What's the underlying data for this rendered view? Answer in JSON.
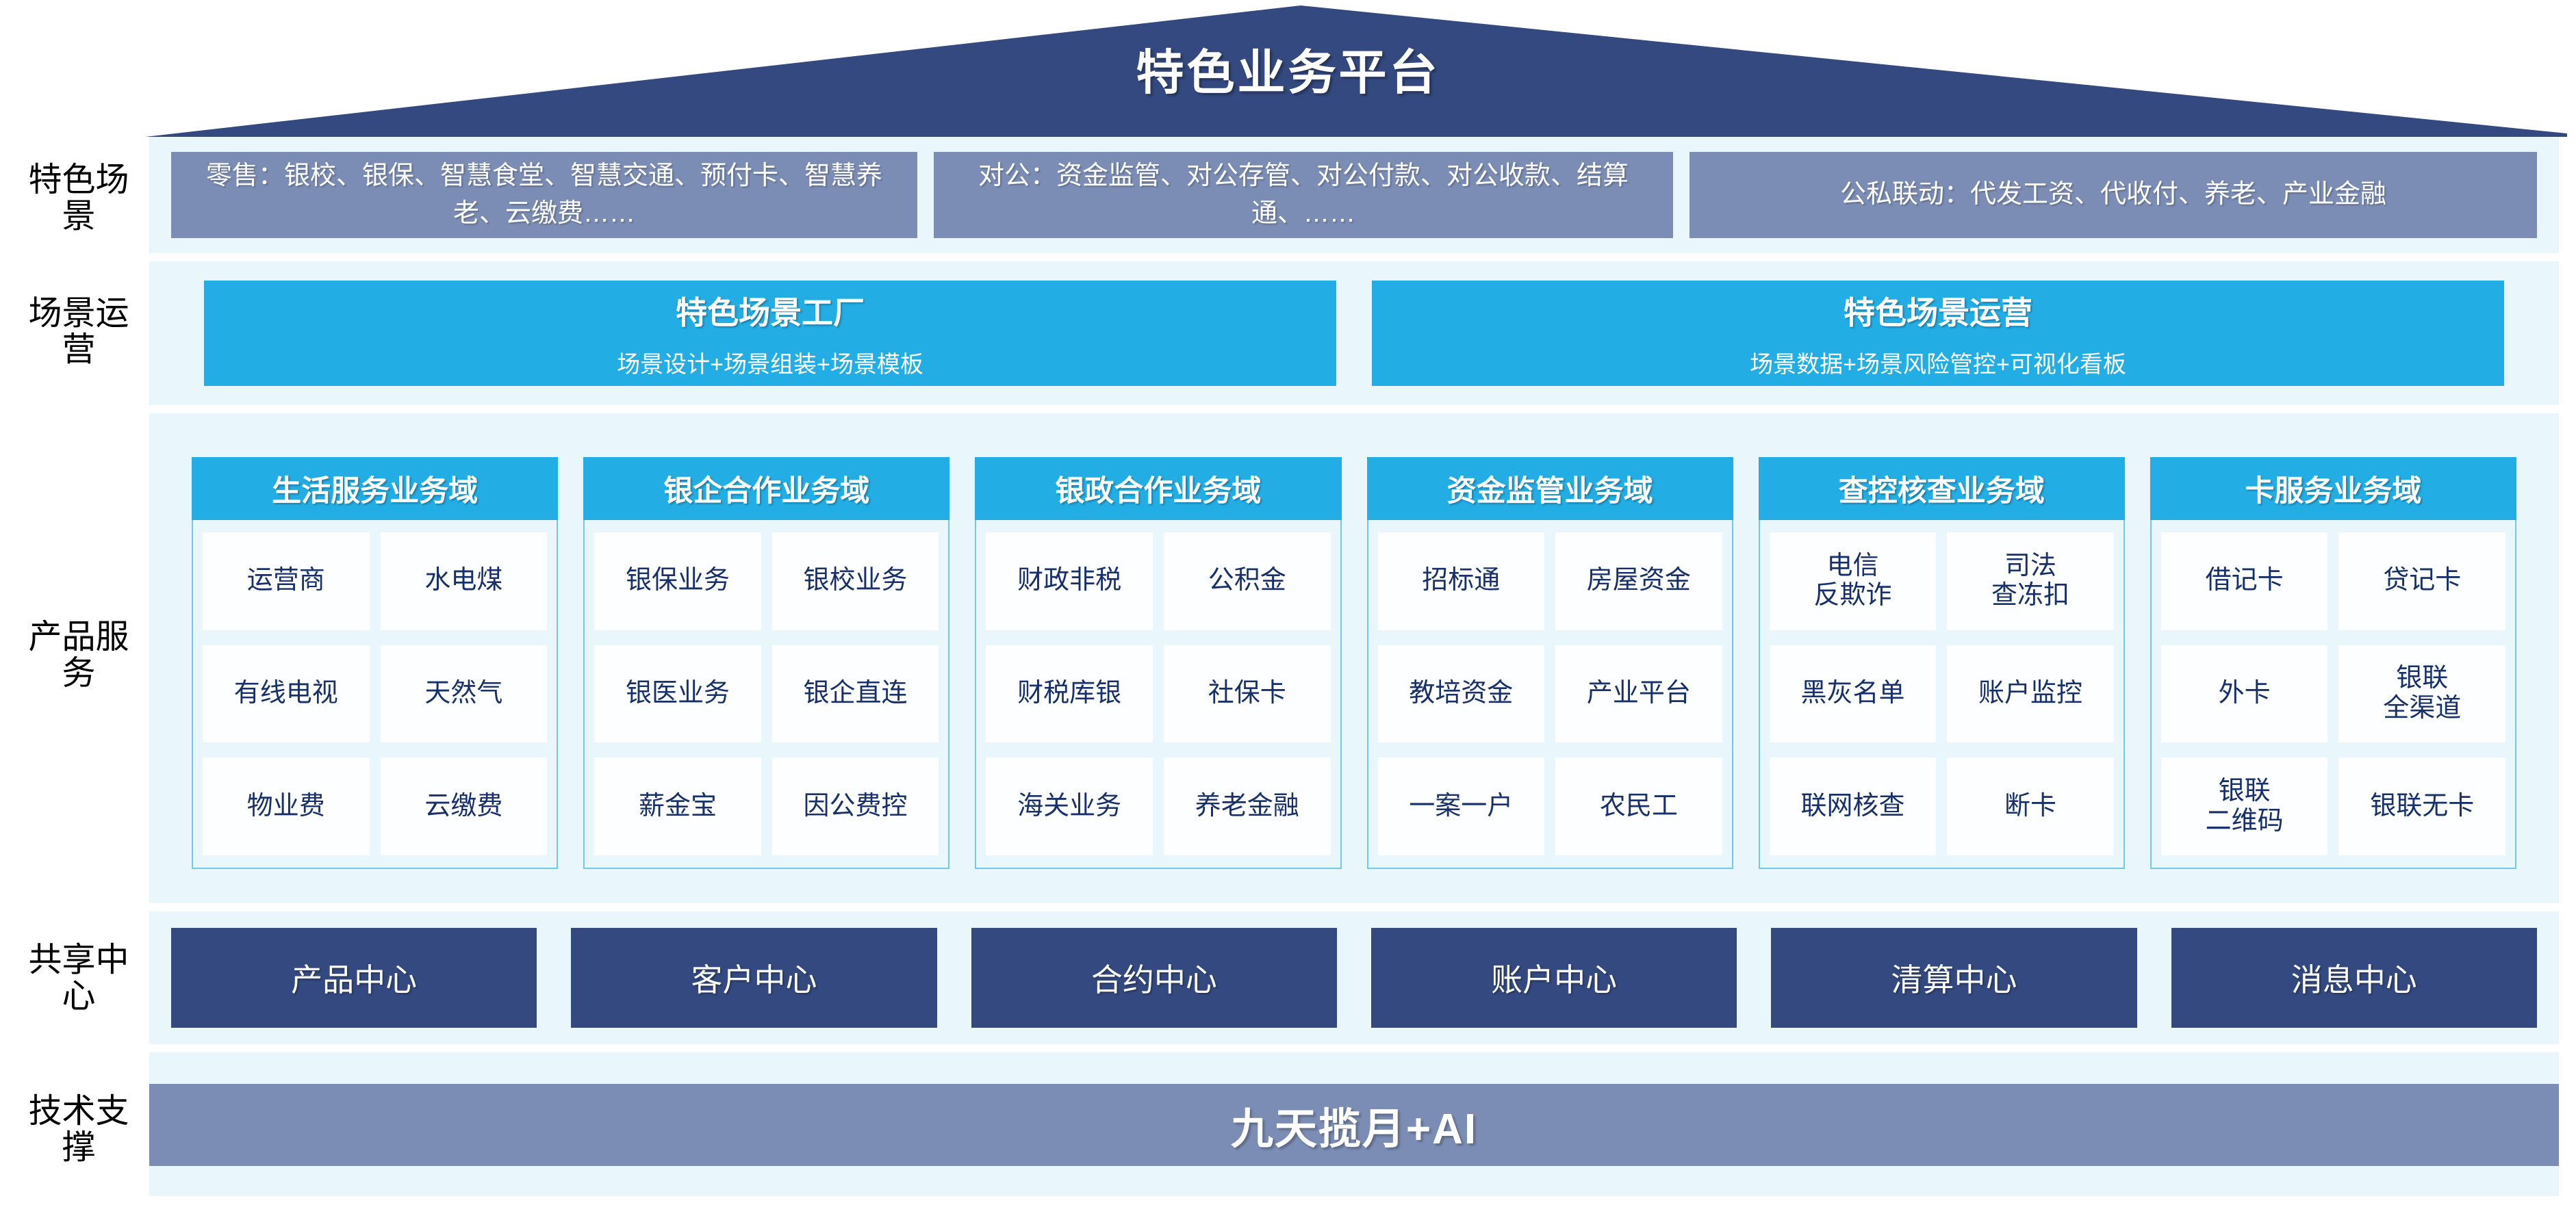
{
  "colors": {
    "navy": "#33497F",
    "cyan": "#22ADE4",
    "panel_bg": "#E9F7FD",
    "gray_blue": "#7C8DB5",
    "cell_text": "#17306B"
  },
  "roof": {
    "title": "特色业务平台"
  },
  "rows": {
    "scenarios_label": "特色\n场景",
    "operations_label": "场景\n运营",
    "products_label": "产品\n服务",
    "shared_label": "共享\n中心",
    "tech_label": "技术\n支撑"
  },
  "scenarios": {
    "boxes": [
      {
        "text": "零售：银校、银保、智慧食堂、智慧交通、预付卡、智慧养老、云缴费……"
      },
      {
        "text": "对公：资金监管、对公存管、对公付款、对公收款、结算通、……"
      },
      {
        "text": "公私联动：代发工资、代收付、养老、产业金融"
      }
    ]
  },
  "operations": {
    "boxes": [
      {
        "title": "特色场景工厂",
        "subtitle": "场景设计+场景组装+场景模板"
      },
      {
        "title": "特色场景运营",
        "subtitle": "场景数据+场景风险管控+可视化看板"
      }
    ]
  },
  "products": {
    "domains": [
      {
        "title": "生活服务业务域",
        "items": [
          "运营商",
          "水电煤",
          "有线电视",
          "天然气",
          "物业费",
          "云缴费"
        ]
      },
      {
        "title": "银企合作业务域",
        "items": [
          "银保业务",
          "银校业务",
          "银医业务",
          "银企直连",
          "薪金宝",
          "因公费控"
        ]
      },
      {
        "title": "银政合作业务域",
        "items": [
          "财政非税",
          "公积金",
          "财税库银",
          "社保卡",
          "海关业务",
          "养老金融"
        ]
      },
      {
        "title": "资金监管业务域",
        "items": [
          "招标通",
          "房屋资金",
          "教培资金",
          "产业平台",
          "一案一户",
          "农民工"
        ]
      },
      {
        "title": "查控核查业务域",
        "items": [
          "电信\n反欺诈",
          "司法\n查冻扣",
          "黑灰名单",
          "账户监控",
          "联网核查",
          "断卡"
        ]
      },
      {
        "title": "卡服务业务域",
        "items": [
          "借记卡",
          "贷记卡",
          "外卡",
          "银联\n全渠道",
          "银联\n二维码",
          "银联无卡"
        ]
      }
    ]
  },
  "shared": {
    "centers": [
      "产品中心",
      "客户中心",
      "合约中心",
      "账户中心",
      "清算中心",
      "消息中心"
    ]
  },
  "tech": {
    "platform": "九天揽月+AI"
  }
}
